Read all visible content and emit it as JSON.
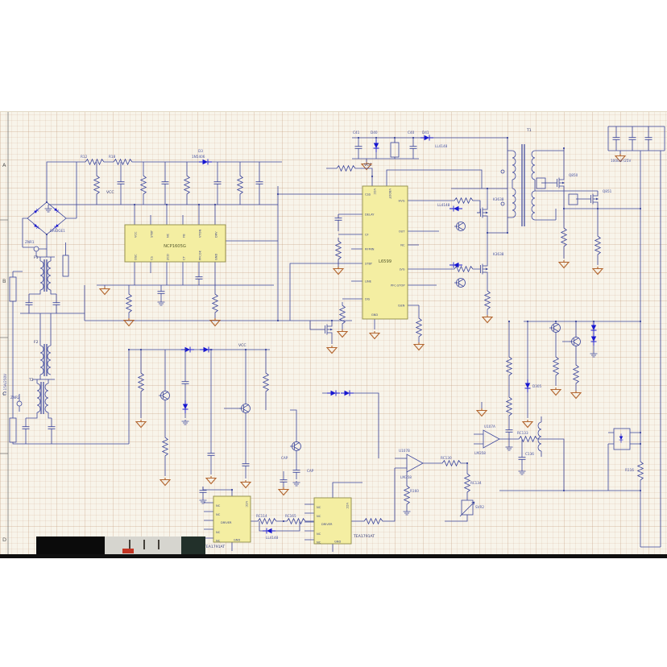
{
  "window": {
    "type": "photographed-schematic",
    "background": "#ffffff"
  },
  "photo": {
    "paper_color": "#f8f4ea",
    "grid_color": "#d8c7b0",
    "frame_color": "#777777",
    "edge_bar_color": "#101010"
  },
  "colors": {
    "wire": "#3a459c",
    "diode_blue": "#1717d0",
    "ic_fill": "#f4eea2",
    "ic_border": "#8e8a45",
    "ground_orange": "#b2652e",
    "label_blue": "#4a55a2"
  },
  "frame": {
    "rows": [
      "A",
      "B",
      "C",
      "D"
    ]
  },
  "ics": {
    "pfc": {
      "name": "NCP1605G",
      "pins_top": [
        "VCC",
        "STBY",
        "NC",
        "FB",
        "VTON",
        "DRV"
      ],
      "pins_bottom": [
        "OSC",
        "CS",
        "ZCD",
        "CT",
        "PFCOK",
        "GND"
      ]
    },
    "llc": {
      "name": "L6599",
      "pins_left": [
        "CSS",
        "DELAY",
        "CF",
        "RFMIN",
        "STBY",
        "LINE",
        "DIS"
      ],
      "pins_right": [
        "HVG",
        "OUT",
        "NC",
        "LVG",
        "PFC-STOP",
        "ISEN"
      ],
      "pins_top": [
        "VCC",
        "VBOOT"
      ],
      "pin_bottom": "GND"
    },
    "drv1": {
      "name": "TEA1791AT",
      "nc": "NC",
      "center": "DRIVER",
      "vcc": "VCC",
      "gnd": "GND"
    },
    "drv2": {
      "name": "TEA1791AT",
      "nc": "NC",
      "center": "DRIVER",
      "vcc": "VCC",
      "gnd": "GND"
    }
  },
  "labels": {
    "c41": "C41",
    "d40": "D40",
    "c40": "C40",
    "d41": "D41",
    "d41_val": "LL4148",
    "t1": "T1",
    "caps_bank": "1000uF/25V",
    "q850": "Q850",
    "q851": "Q851",
    "k3638_top": "K3638",
    "k3638_bot": "K3638",
    "ll4148_hb": "LL4148",
    "vcc_pfc": "VCC",
    "r12": "R12",
    "r18": "R18",
    "d3": "D3",
    "d3_val": "1N5406",
    "bridge": "BRIDGE1",
    "znr1": "ZNR1",
    "znr2": "ZNR2",
    "f1": "F1",
    "f2": "F2",
    "t2": "T2",
    "fuse": "T3.15A/250V",
    "vcc_llc": "VCC",
    "vcc_stby": "VCC",
    "rc114": "RC114",
    "rc165": "RC165",
    "ll4148_drv": "LL4148",
    "u107b": "U107B",
    "lm358a": "LM358",
    "u107a": "U107A",
    "lm358b": "LM358",
    "rc130": "RC130",
    "rc133": "RC133",
    "rc134": "RC134",
    "c136": "C136",
    "r160": "R160",
    "svr2": "SVR2",
    "d305": "D305",
    "r116": "R116",
    "cap1": "CAP",
    "cap2": "CAP"
  }
}
